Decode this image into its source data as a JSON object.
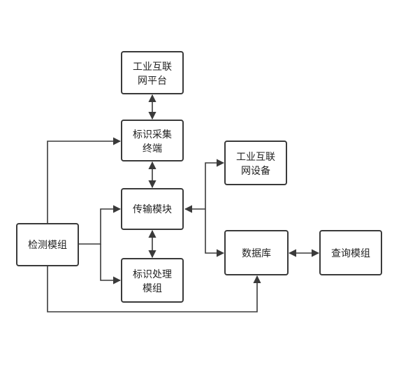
{
  "nodes": {
    "industrial_platform": [
      "工业互联",
      "网平台"
    ],
    "id_terminal": [
      "标识采集",
      "终端"
    ],
    "transmission": [
      "传输模块"
    ],
    "id_processing": [
      "标识处理",
      "模组"
    ],
    "detection": [
      "检测模组"
    ],
    "industrial_device": [
      "工业互联",
      "网设备"
    ],
    "database": [
      "数据库"
    ],
    "query": [
      "查询模组"
    ]
  },
  "colors": {
    "stroke": "#3a3a3a",
    "text": "#222222",
    "background": "#ffffff"
  }
}
